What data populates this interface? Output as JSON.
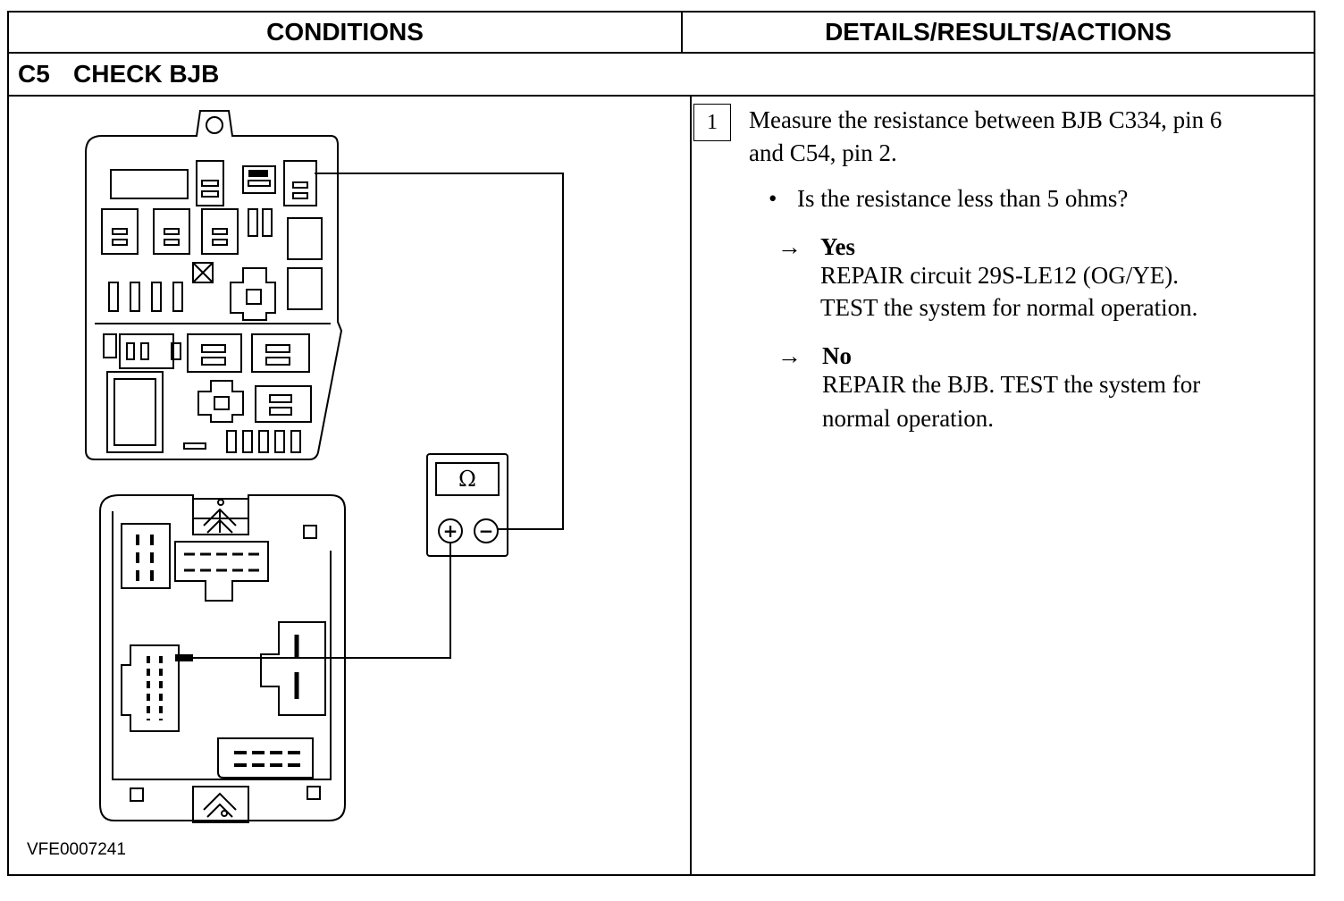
{
  "table": {
    "col_conditions": "CONDITIONS",
    "col_details": "DETAILS/RESULTS/ACTIONS"
  },
  "step": {
    "id": "C5",
    "title": "CHECK BJB"
  },
  "diagram": {
    "meter_symbol": "Ω",
    "plus": "+",
    "minus": "−",
    "figure_id": "VFE0007241"
  },
  "details": {
    "step_number": "1",
    "instruction_line1": "Measure the resistance between BJB C334, pin 6",
    "instruction_line2": "and C54, pin 2.",
    "question": "Is the resistance less than 5 ohms?",
    "arrow": "→",
    "bullet": "•",
    "yes_label": "Yes",
    "yes_line1": "REPAIR circuit 29S-LE12 (OG/YE).",
    "yes_line2": "TEST the system for normal operation.",
    "no_label": "No",
    "no_line1": "REPAIR the BJB. TEST the system for",
    "no_line2": "normal operation."
  }
}
